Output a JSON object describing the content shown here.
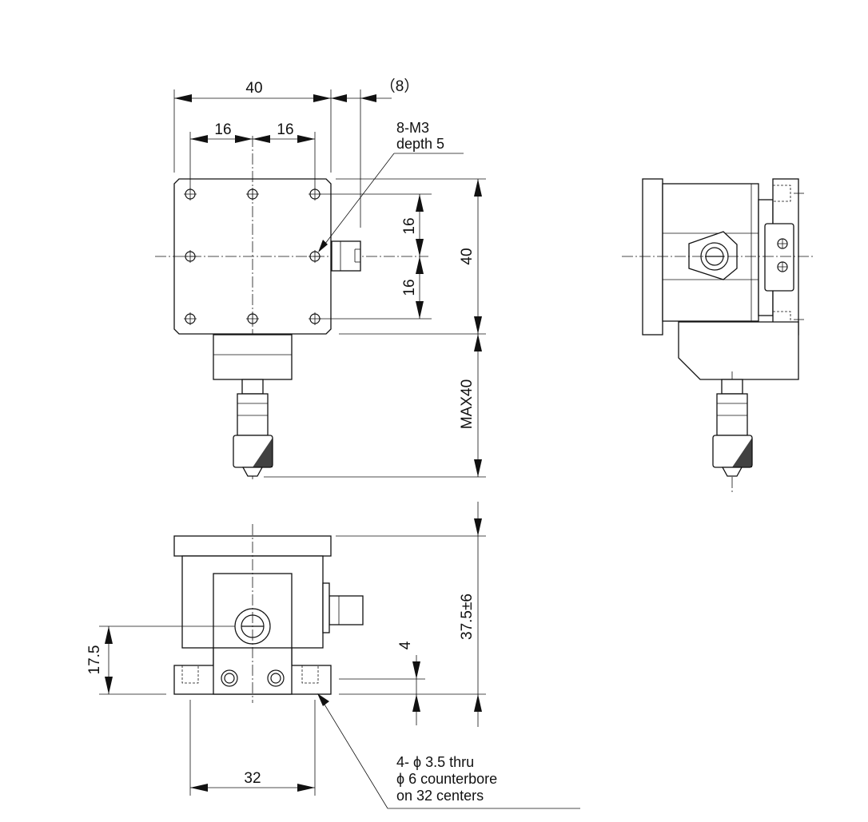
{
  "dimensions": {
    "top_width": "40",
    "offset": "（8）",
    "hole_pitch_left": "16",
    "hole_pitch_right": "16",
    "vert_pitch_upper": "16",
    "vert_pitch_lower": "16",
    "height_side": "40",
    "max_travel": "MAX40",
    "total_height": "37.5±6",
    "base_height": "17.5",
    "base_thickness": "4",
    "mount_pitch": "32"
  },
  "notes": {
    "tapped_line1": "8-M3",
    "tapped_line2": "depth 5",
    "counterbore_line1": "4- ϕ 3.5 thru",
    "counterbore_line2": "ϕ 6 counterbore",
    "counterbore_line3": "on 32 centers"
  }
}
